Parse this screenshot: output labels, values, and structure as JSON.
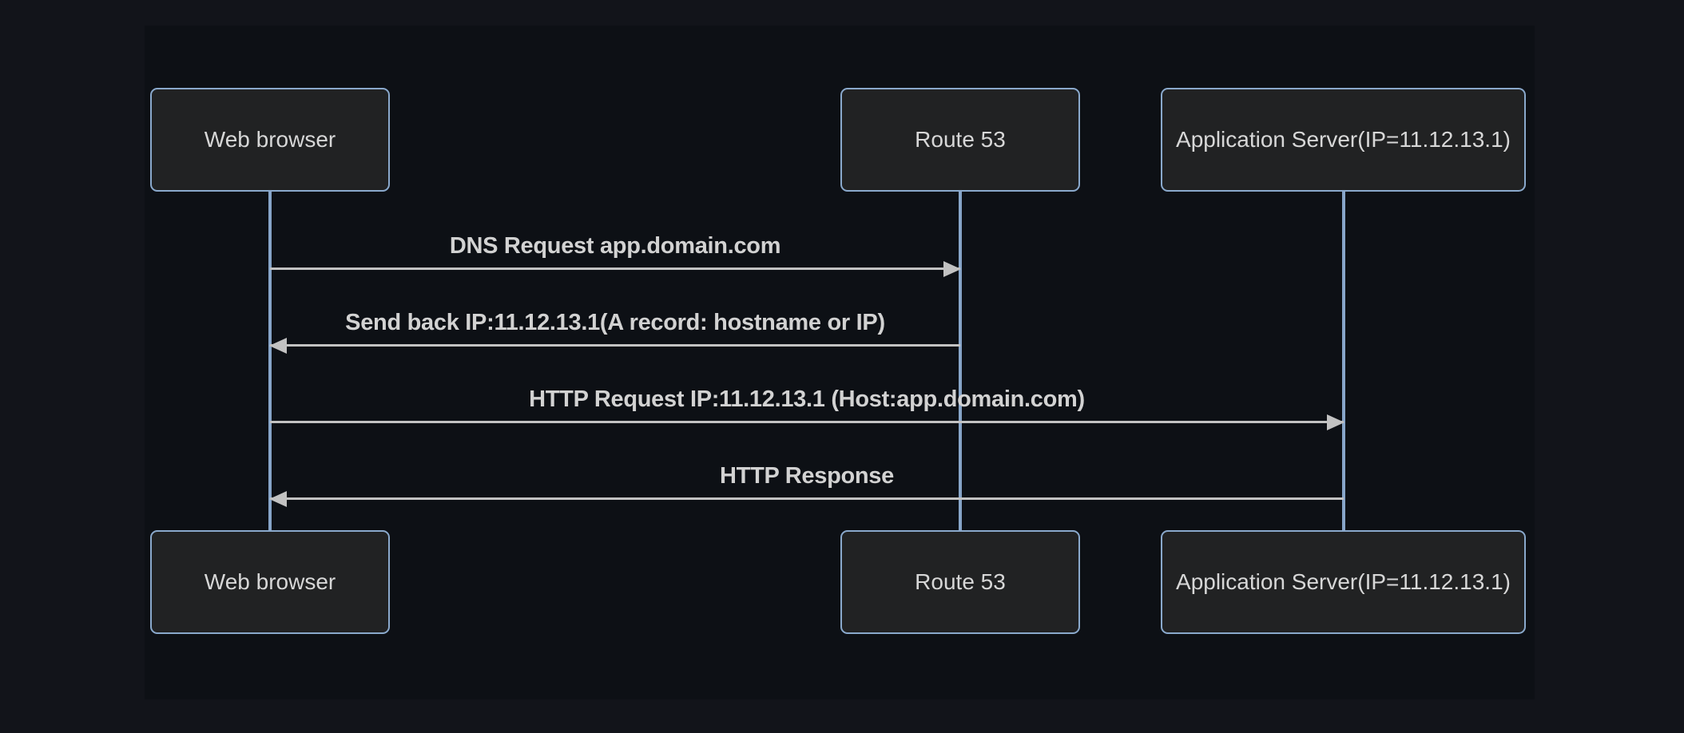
{
  "diagram": {
    "type": "sequence",
    "actors": [
      {
        "id": "web-browser",
        "label": "Web browser"
      },
      {
        "id": "route-53",
        "label": "Route 53"
      },
      {
        "id": "application-server",
        "label": "Application Server(IP=11.12.13.1)"
      }
    ],
    "messages": [
      {
        "from": "Web browser",
        "to": "Route 53",
        "direction": "right",
        "label": "DNS Request app.domain.com"
      },
      {
        "from": "Route 53",
        "to": "Web browser",
        "direction": "left",
        "label": "Send back IP:11.12.13.1(A record: hostname or IP)"
      },
      {
        "from": "Web browser",
        "to": "Application Server(IP=11.12.13.1)",
        "direction": "right",
        "label": "HTTP Request IP:11.12.13.1 (Host:app.domain.com)"
      },
      {
        "from": "Application Server(IP=11.12.13.1)",
        "to": "Web browser",
        "direction": "left",
        "label": "HTTP Response"
      }
    ],
    "colors": {
      "background": "#12141a",
      "panel": "#0d1015",
      "actor_fill": "#212223",
      "actor_border": "#8aa9cc",
      "actor_text": "#d7d7d7",
      "lifeline": "#87a5c9",
      "message_line": "#c2c2c2",
      "message_text": "#d2d2d2"
    }
  }
}
